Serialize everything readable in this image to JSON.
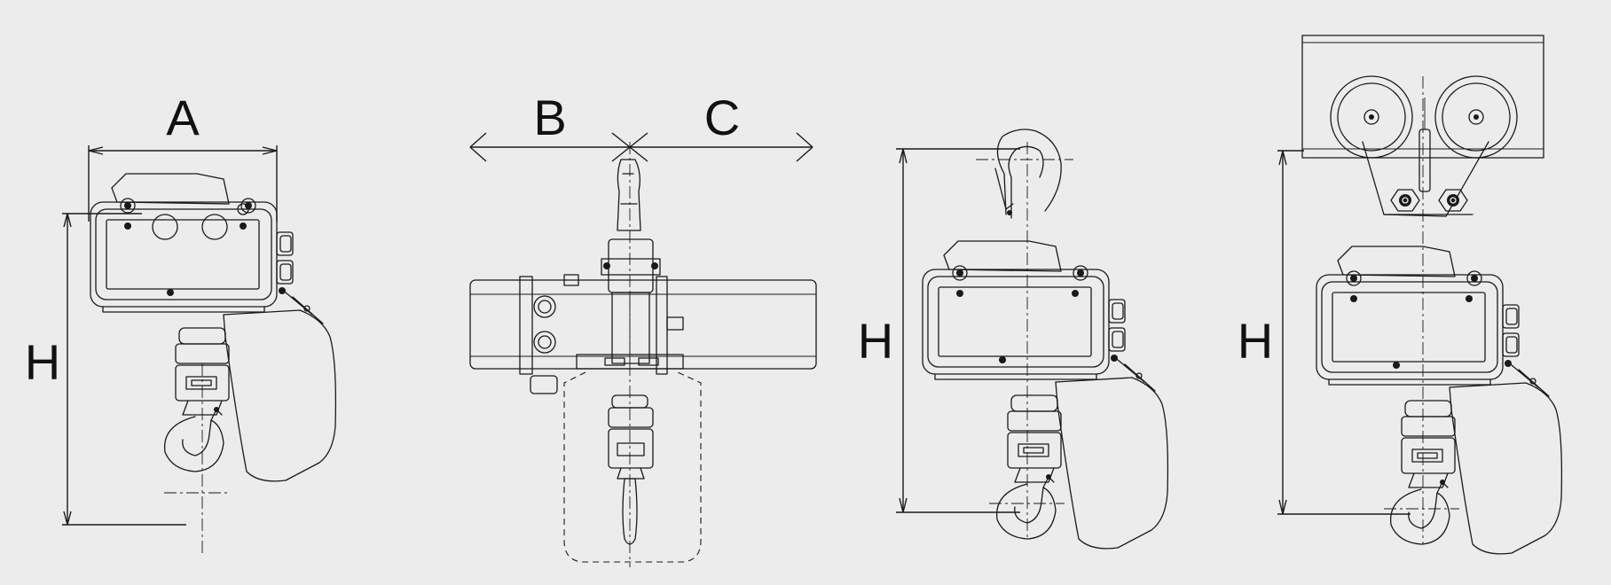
{
  "views": [
    {
      "id": "front-view-fixed",
      "labels": {
        "width": "A",
        "height": "H"
      }
    },
    {
      "id": "side-view",
      "labels": {
        "left": "B",
        "right": "C"
      }
    },
    {
      "id": "front-view-hook-mount",
      "labels": {
        "height": "H"
      }
    },
    {
      "id": "front-view-trolley",
      "labels": {
        "height": "H"
      }
    }
  ],
  "colors": {
    "background": "#ececec",
    "line": "#1a1a1a"
  }
}
